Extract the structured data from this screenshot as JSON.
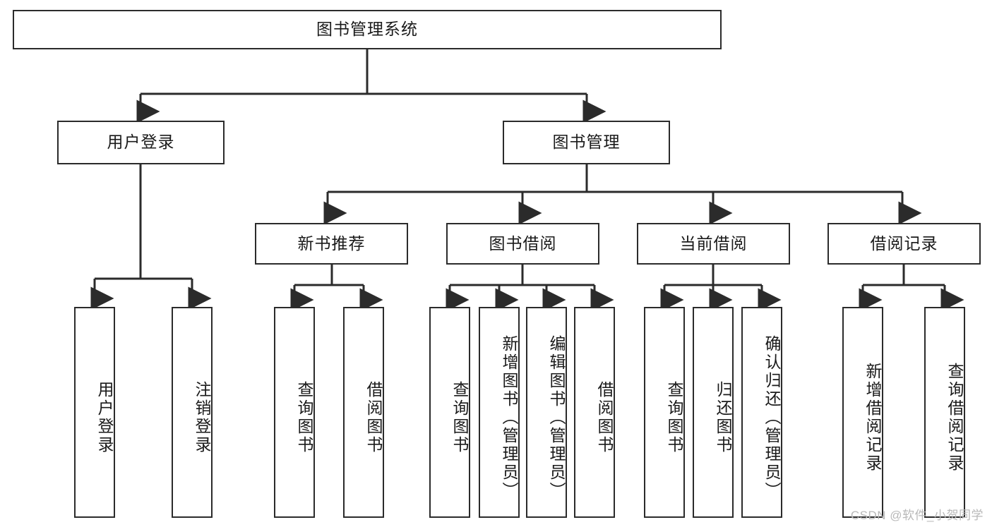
{
  "diagram": {
    "title": "图书管理系统",
    "type": "tree-hierarchy-diagram",
    "colors": {
      "box_border": "#2b2b2b",
      "box_fill": "#ffffff",
      "line": "#2b2b2b",
      "text": "#1a1a1a",
      "watermark": "#b8b8b8",
      "background": "#ffffff"
    },
    "nodes": {
      "root": {
        "label": "图书管理系统"
      },
      "level2": [
        {
          "id": "user-login",
          "label": "用户登录"
        },
        {
          "id": "book-management",
          "label": "图书管理"
        }
      ],
      "level3": [
        {
          "id": "new-book-recommend",
          "label": "新书推荐"
        },
        {
          "id": "book-borrow",
          "label": "图书借阅"
        },
        {
          "id": "current-borrow",
          "label": "当前借阅"
        },
        {
          "id": "borrow-record",
          "label": "借阅记录"
        }
      ],
      "leaves": {
        "user-login": [
          {
            "id": "leaf-user-login",
            "label": "用户登录"
          },
          {
            "id": "leaf-logout-login",
            "label": "注销登录"
          }
        ],
        "new-book-recommend": [
          {
            "id": "leaf-query-book-1",
            "label": "查询图书"
          },
          {
            "id": "leaf-borrow-book-1",
            "label": "借阅图书"
          }
        ],
        "book-borrow": [
          {
            "id": "leaf-query-book-2",
            "label": "查询图书"
          },
          {
            "id": "leaf-add-book-admin",
            "label": "新增图书（管理员）"
          },
          {
            "id": "leaf-edit-book-admin",
            "label": "编辑图书（管理员）"
          },
          {
            "id": "leaf-borrow-book-2",
            "label": "借阅图书"
          }
        ],
        "current-borrow": [
          {
            "id": "leaf-query-book-3",
            "label": "查询图书"
          },
          {
            "id": "leaf-return-book",
            "label": "归还图书"
          },
          {
            "id": "leaf-confirm-return-admin",
            "label": "确认归还（管理员）"
          }
        ],
        "borrow-record": [
          {
            "id": "leaf-add-borrow-record",
            "label": "新增借阅记录"
          },
          {
            "id": "leaf-query-borrow-record",
            "label": "查询借阅记录"
          }
        ]
      }
    },
    "watermark": "CSDN @软件_小贺同学"
  }
}
